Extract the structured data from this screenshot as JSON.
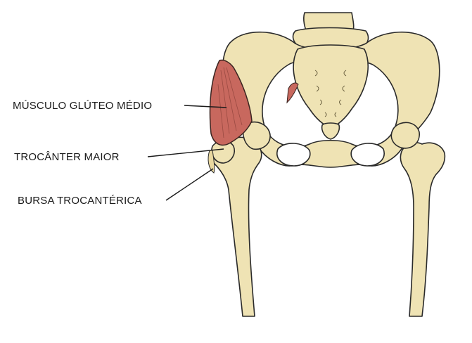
{
  "labels": {
    "gluteus_medius": "MÚSCULO GLÚTEO MÉDIO",
    "greater_trochanter": "TROCÂNTER MAIOR",
    "trochanteric_bursa": "BURSA TROCANTÉRICA"
  },
  "colors": {
    "bone_fill": "#efe3b4",
    "bone_stroke": "#2a2a2a",
    "muscle_fill": "#c8685e",
    "muscle_stroke": "#3a2420",
    "background": "#ffffff"
  }
}
